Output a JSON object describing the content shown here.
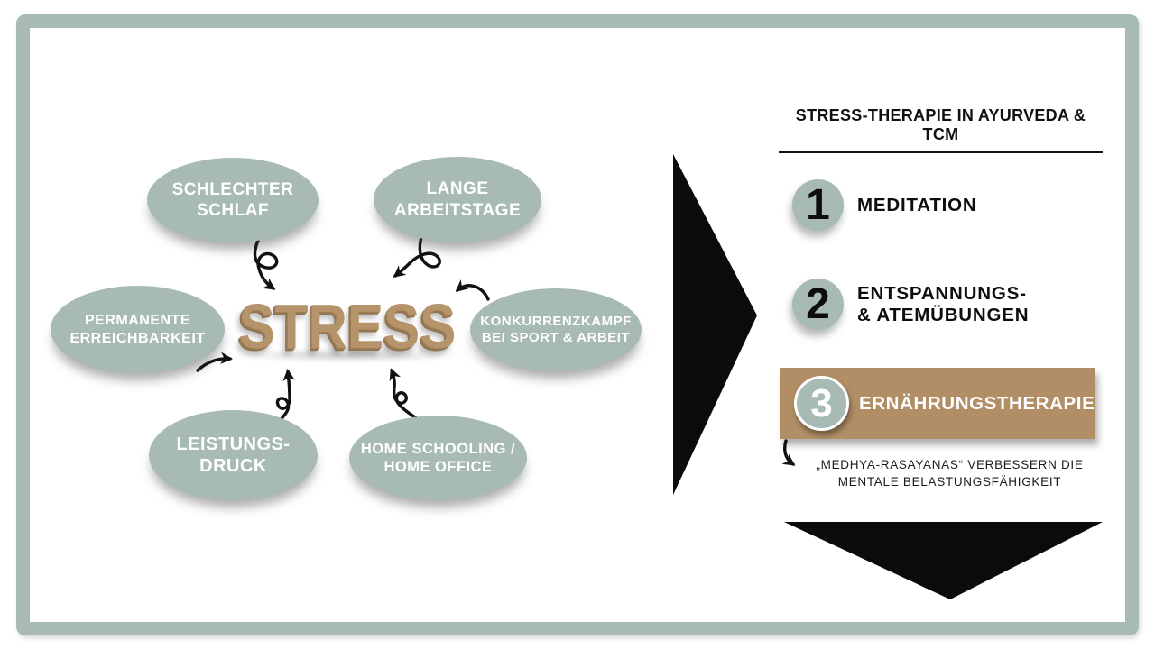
{
  "colors": {
    "sage": "#a7bab4",
    "tan": "#b18e66",
    "wood": "#b5936b",
    "ink": "#111111"
  },
  "stress_map": {
    "center_word": "STRESS",
    "bubbles": [
      {
        "id": "schlechter-schlaf",
        "line1": "SCHLECHTER",
        "line2": "SCHLAF"
      },
      {
        "id": "lange-arbeitstage",
        "line1": "LANGE",
        "line2": "ARBEITSTAGE"
      },
      {
        "id": "permanente-erreichbarkeit",
        "line1": "PERMANENTE",
        "line2": "ERREICHBARKEIT"
      },
      {
        "id": "konkurrenzkampf",
        "line1": "KONKURRENZKAMPF",
        "line2": "BEI SPORT & ARBEIT"
      },
      {
        "id": "leistungsdruck",
        "line1": "LEISTUNGS-",
        "line2": "DRUCK"
      },
      {
        "id": "home-schooling",
        "line1": "HOME SCHOOLING /",
        "line2": "HOME OFFICE"
      }
    ]
  },
  "therapy_panel": {
    "title": "STRESS-THERAPIE IN AYURVEDA & TCM",
    "items": [
      {
        "number": "1",
        "lines": [
          "MEDITATION"
        ],
        "highlighted": false
      },
      {
        "number": "2",
        "lines": [
          "ENTSPANNUNGS-",
          "& ATEMÜBUNGEN"
        ],
        "highlighted": false
      },
      {
        "number": "3",
        "lines": [
          "ERNÄHRUNGSTHERAPIE"
        ],
        "highlighted": true
      }
    ],
    "note": {
      "line1": "„MEDHYA-RASAYANAS“ VERBESSERN DIE",
      "line2": "MENTALE BELASTUNGSFÄHIGKEIT"
    }
  }
}
